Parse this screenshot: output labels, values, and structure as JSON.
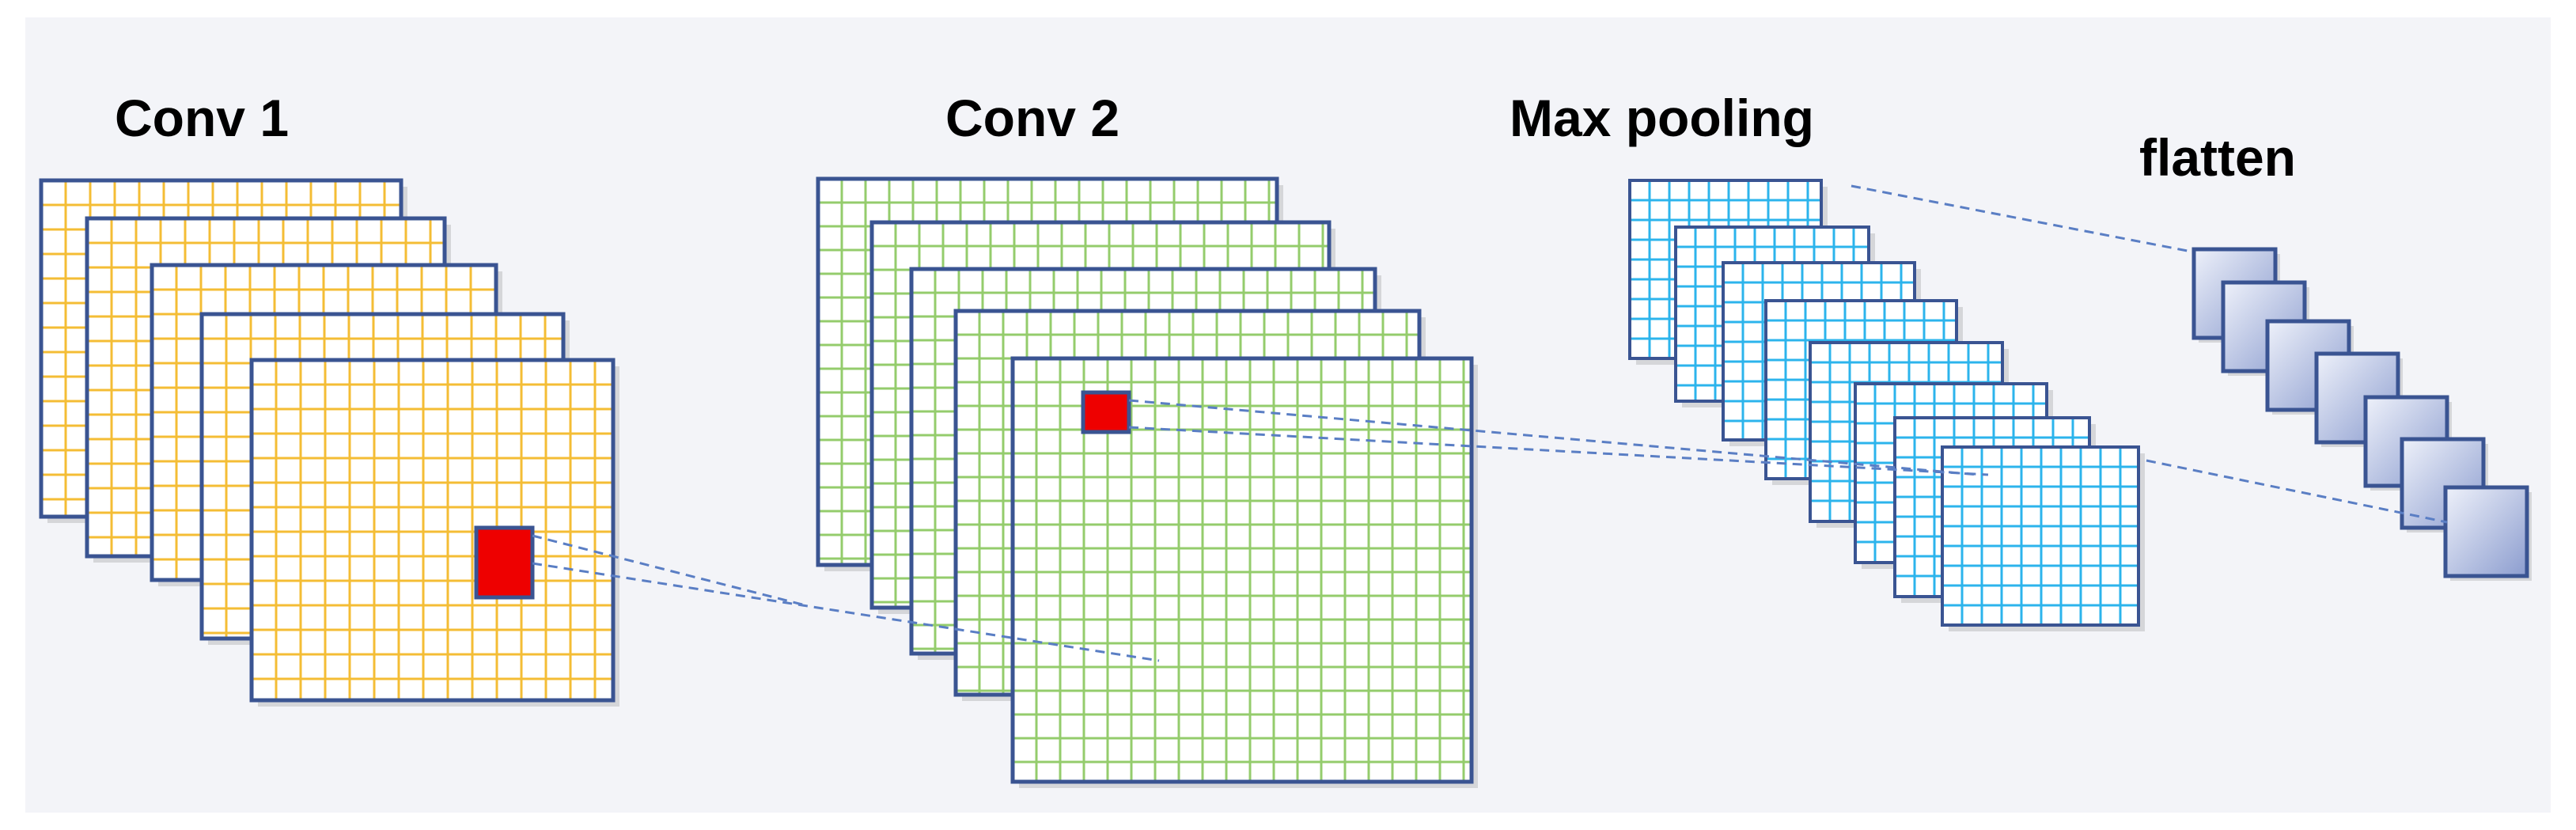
{
  "title": "",
  "stages": [
    {
      "label": "Conv 1"
    },
    {
      "label": "Conv 2"
    },
    {
      "label": "Max pooling"
    },
    {
      "label": "flatten"
    }
  ],
  "colors": {
    "background": "#f3f4f8",
    "frame_border": "#3a5492",
    "conv1_grid": "#f4bd35",
    "conv2_grid": "#94cc6c",
    "pool_grid": "#2cb4ec",
    "kernel": "#ee0000",
    "connector": "#5a7ec4",
    "flatten_light": "#eef1fa",
    "flatten_dark": "#8c9dcf"
  }
}
